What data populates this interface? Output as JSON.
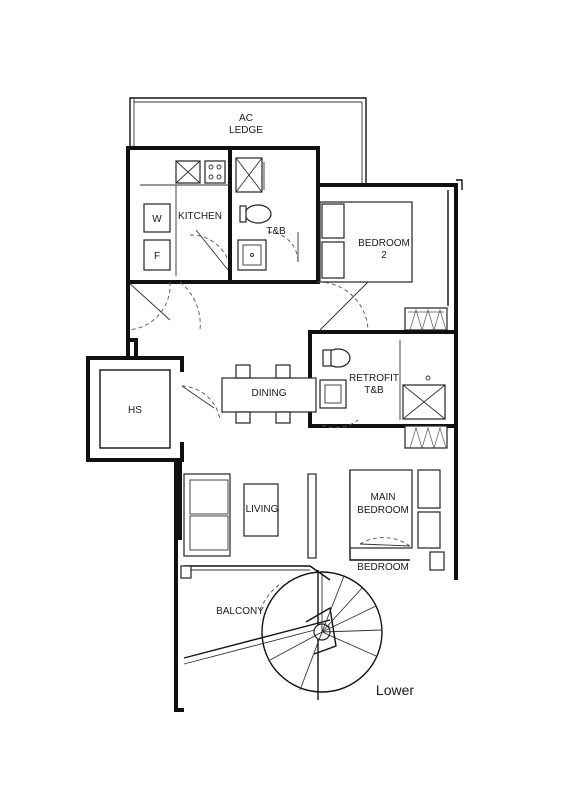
{
  "floor_plan": {
    "rooms": {
      "ac_ledge_line1": "AC",
      "ac_ledge_line2": "LEDGE",
      "kitchen": "KITCHEN",
      "washer": "W",
      "fridge": "F",
      "tb": "T&B",
      "bedroom2_line1": "BEDROOM",
      "bedroom2_line2": "2",
      "dining": "DINING",
      "retrofit_line1": "RETROFIT",
      "retrofit_line2": "T&B",
      "hs": "HS",
      "living": "LIVING",
      "main_bedroom_line1": "MAIN",
      "main_bedroom_line2": "BEDROOM",
      "bedroom_lower": "BEDROOM",
      "balcony": "BALCONY"
    },
    "level_label": "Lower"
  }
}
